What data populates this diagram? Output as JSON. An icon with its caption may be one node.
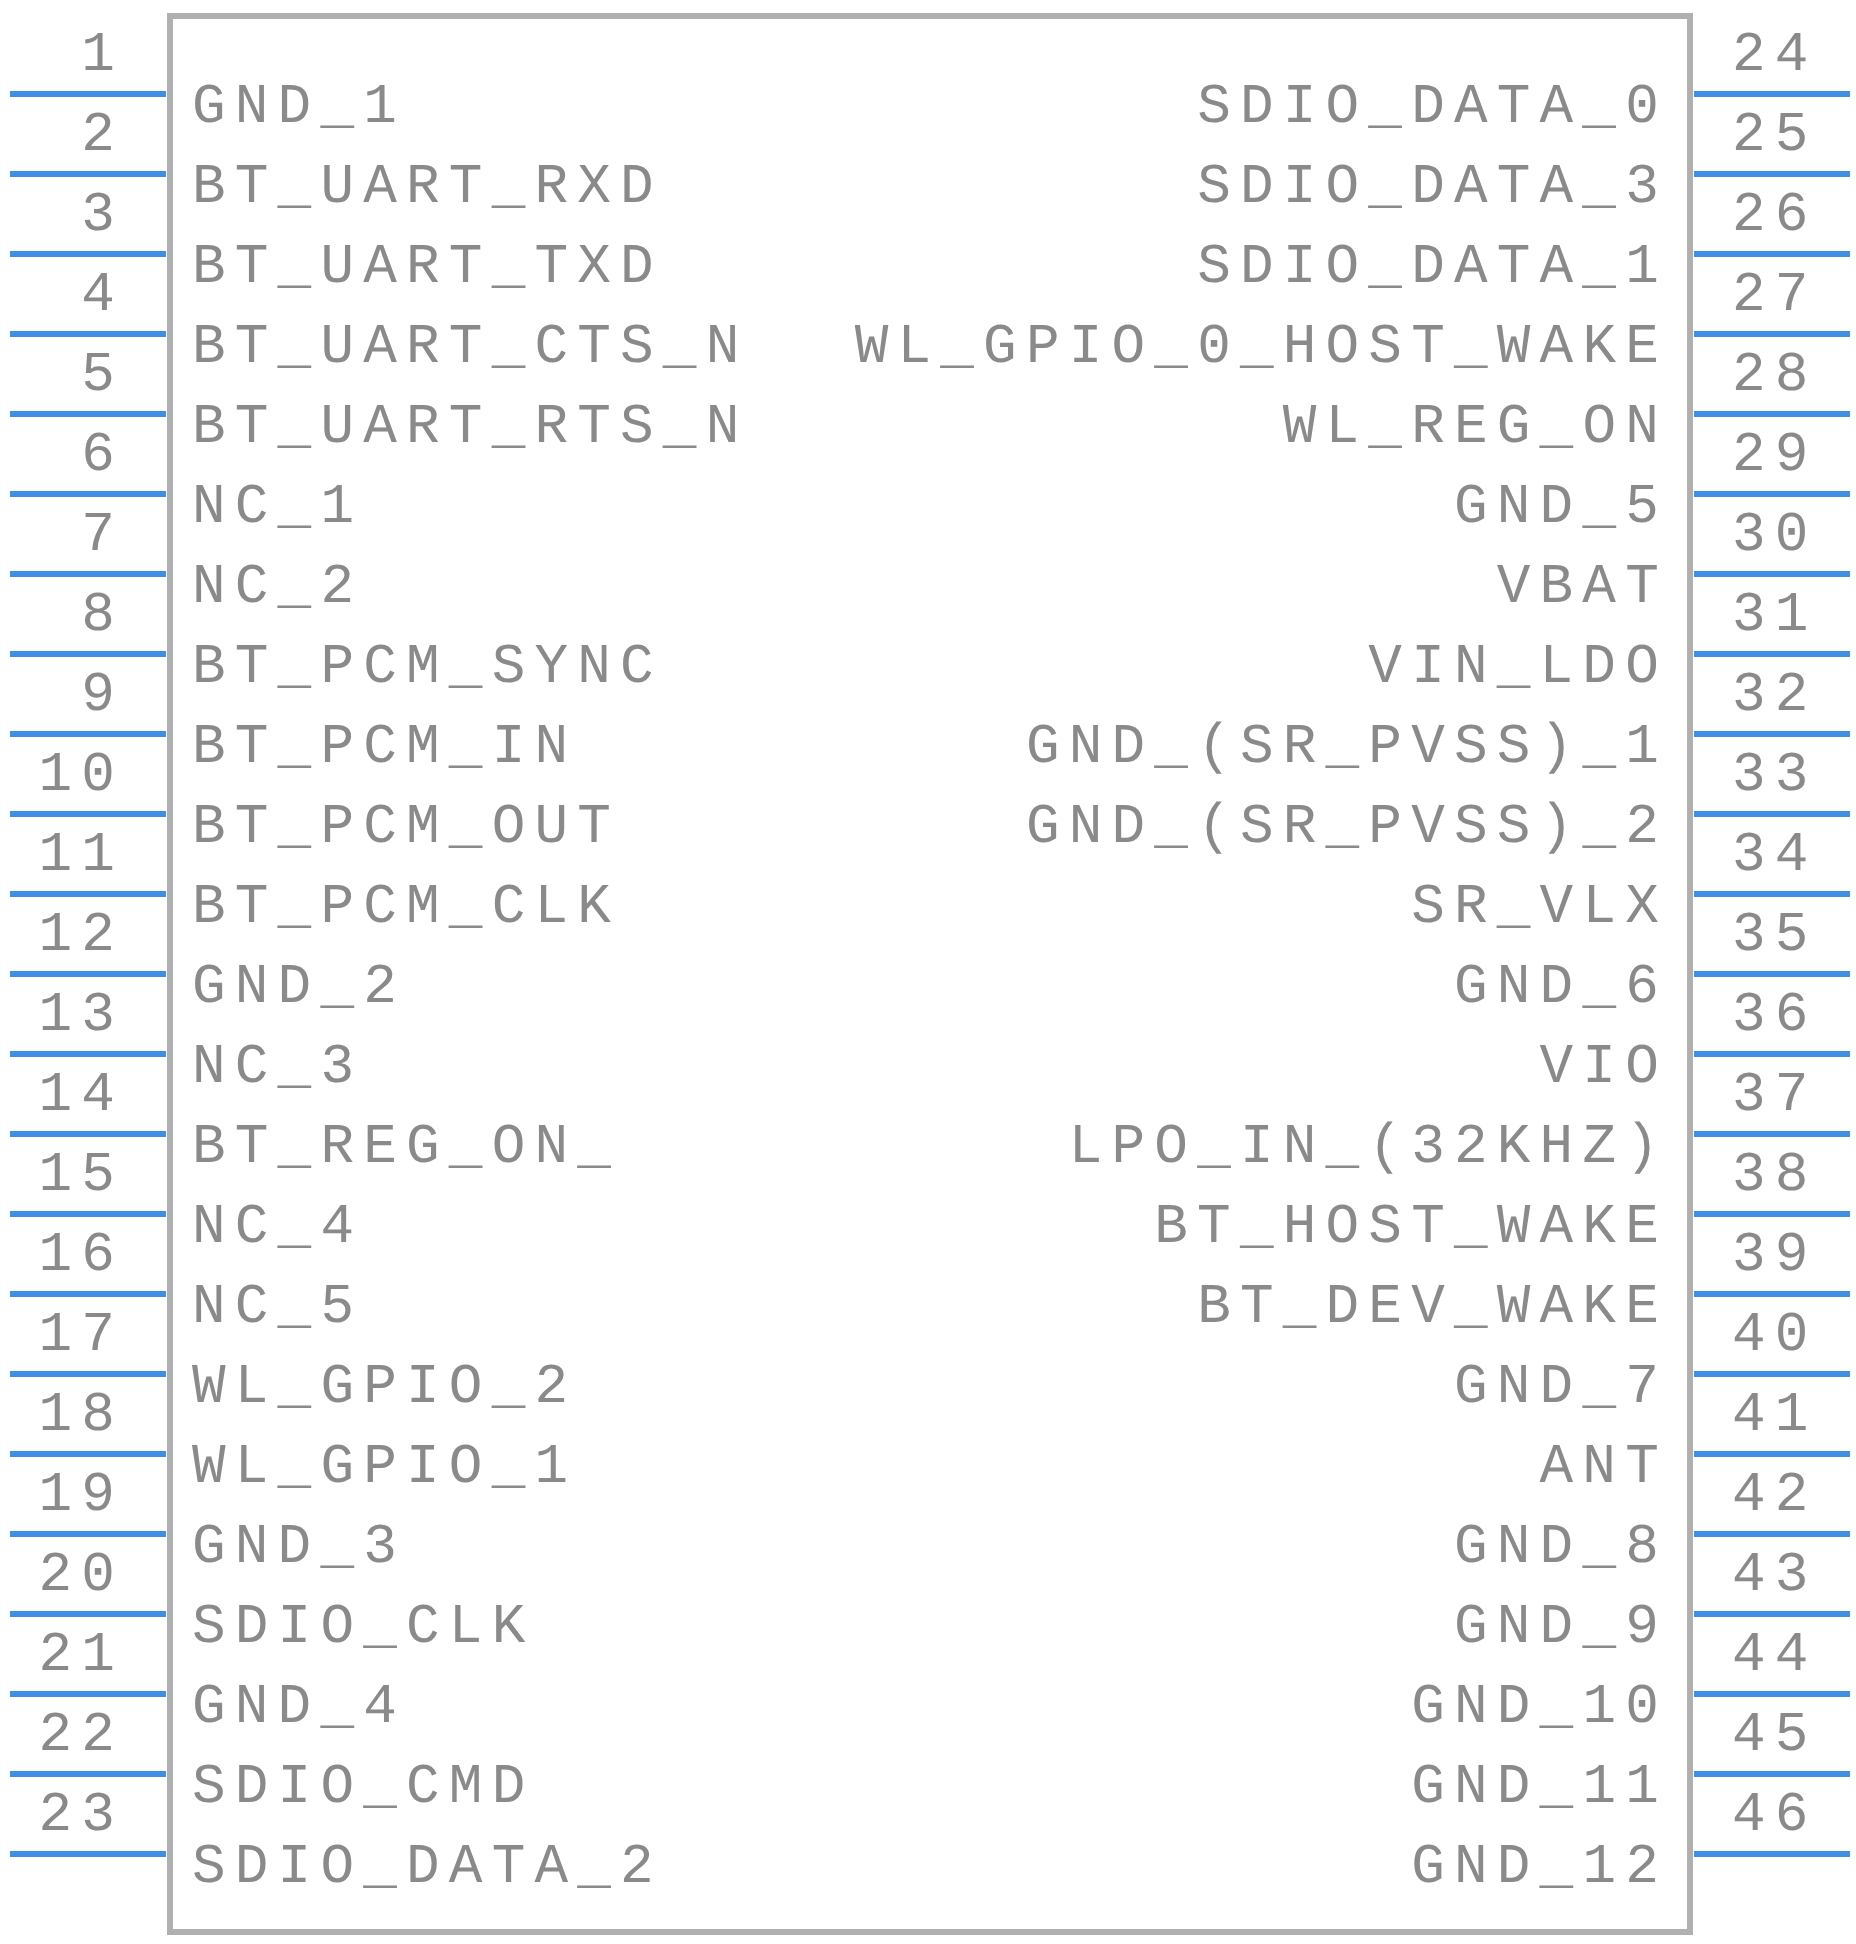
{
  "diagram": {
    "labels": [
      "1",
      "GND_1",
      "2",
      "BT_UART_RXD",
      "3",
      "BT_UART_TXD",
      "4",
      "BT_UART_CTS_N",
      "5",
      "BT_UART_RTS_N",
      "6",
      "NC_1",
      "7",
      "NC_2",
      "8",
      "BT_PCM_SYNC",
      "9",
      "BT_PCM_IN",
      "10",
      "BT_PCM_OUT",
      "11",
      "BT_PCM_CLK",
      "12",
      "GND_2",
      "13",
      "NC_3",
      "14",
      "BT_REG_ON_",
      "15",
      "NC_4",
      "16",
      "NC_5",
      "17",
      "WL_GPIO_2",
      "18",
      "WL_GPIO_1",
      "19",
      "GND_3",
      "20",
      "SDIO_CLK",
      "21",
      "GND_4",
      "22",
      "SDIO_CMD",
      "23",
      "SDIO_DATA_2",
      "24",
      "SDIO_DATA_0",
      "25",
      "SDIO_DATA_3",
      "26",
      "SDIO_DATA_1",
      "27",
      "WL_GPIO_0_HOST_WAKE",
      "28",
      "WL_REG_ON",
      "29",
      "GND_5",
      "30",
      "VBAT",
      "31",
      "VIN_LDO",
      "32",
      "GND_(SR_PVSS)_1",
      "33",
      "GND_(SR_PVSS)_2",
      "34",
      "SR_VLX",
      "35",
      "GND_6",
      "36",
      "VIO",
      "37",
      "LPO_IN_(32KHZ)",
      "38",
      "BT_HOST_WAKE",
      "39",
      "BT_DEV_WAKE",
      "40",
      "GND_7",
      "41",
      "ANT",
      "42",
      "GND_8",
      "43",
      "GND_9",
      "44",
      "GND_10",
      "45",
      "GND_11",
      "46",
      "GND_12"
    ]
  }
}
